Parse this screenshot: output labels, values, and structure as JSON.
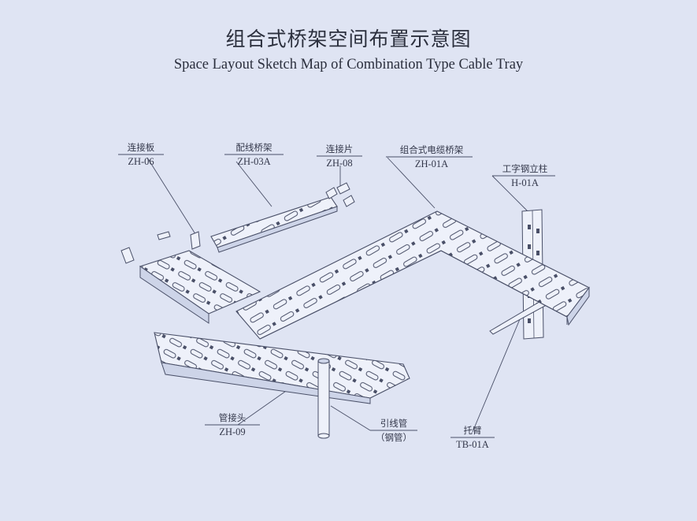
{
  "title": {
    "cn": "组合式桥架空间布置示意图",
    "en": "Space Layout Sketch Map of Combination Type Cable Tray"
  },
  "callouts": {
    "connector_plate": {
      "name": "连接板",
      "code": "ZH-06"
    },
    "branch_tray": {
      "name": "配线桥架",
      "code": "ZH-03A"
    },
    "connector_piece": {
      "name": "连接片",
      "code": "ZH-08"
    },
    "combo_tray": {
      "name": "组合式电缆桥架",
      "code": "ZH-01A"
    },
    "i_beam_column": {
      "name": "工字钢立柱",
      "code": "H-01A"
    },
    "pipe_joint": {
      "name": "管接头",
      "code": "ZH-09"
    },
    "lead_pipe": {
      "name": "引线管",
      "code": "（钢管）"
    },
    "bracket_arm": {
      "name": "托臂",
      "code": "TB-01A"
    }
  },
  "colors": {
    "background": "#dfe4f3",
    "line": "#4a5068",
    "tray_face": "#eef1fa",
    "tray_shade": "#cdd4e8"
  }
}
